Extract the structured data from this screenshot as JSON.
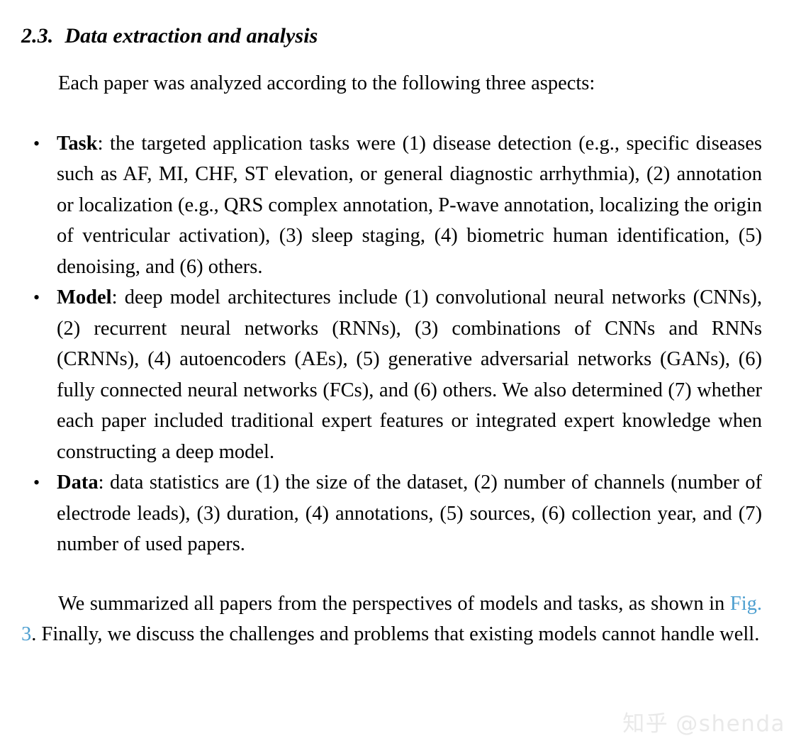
{
  "heading": {
    "number": "2.3.",
    "title": "Data extraction and analysis"
  },
  "intro_paragraph": "Each paper was analyzed according to the following three aspects:",
  "bullets": [
    {
      "lead": "Task",
      "separator": ":",
      "text": " the targeted application tasks were (1) disease detection (e.g., specific diseases such as AF, MI, CHF, ST elevation, or general diagnostic arrhythmia), (2) annotation or localization (e.g., QRS complex annotation, P-wave annotation, localizing the origin of ventricular activation), (3) sleep staging, (4) biometric human identification, (5) denoising, and (6) others."
    },
    {
      "lead": "Model",
      "separator": ":",
      "text": " deep model architectures include (1) convolutional neural networks (CNNs), (2) recurrent neural networks (RNNs), (3) combinations of CNNs and RNNs (CRNNs), (4) autoencoders (AEs), (5) generative adversarial networks (GANs), (6) fully connected neural networks (FCs), and (6) others. We also determined (7) whether each paper included traditional expert features or integrated expert knowledge when constructing a deep model."
    },
    {
      "lead": "Data",
      "separator": ":",
      "text": " data statistics are (1) the size of the dataset, (2) number of channels (number of electrode leads), (3) duration, (4) annotations, (5) sources, (6) collection year, and (7) number of used papers."
    }
  ],
  "closing_paragraph": {
    "before_link": "We summarized all papers from the perspectives of models and tasks, as shown in ",
    "link_text": "Fig. 3",
    "after_link": ". Finally, we discuss the challenges and problems that existing models cannot handle well."
  },
  "watermark": {
    "site": "知乎",
    "handle": "@shenda"
  },
  "colors": {
    "text": "#000000",
    "link": "#4d9fd0",
    "background": "#ffffff",
    "watermark": "#e9e9e9"
  }
}
